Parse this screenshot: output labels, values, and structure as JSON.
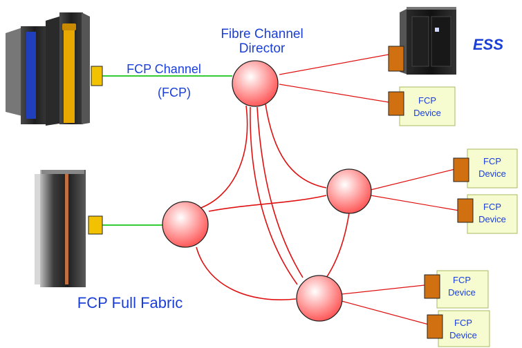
{
  "labels": {
    "director_line1": "Fibre Channel",
    "director_line2": "Director",
    "fcp_channel": "FCP Channel",
    "fcp_paren": "(FCP)",
    "ess": "ESS",
    "full_fabric": "FCP Full Fabric"
  },
  "devices": [
    {
      "line1": "FCP",
      "line2": "Device"
    },
    {
      "line1": "FCP",
      "line2": "Device"
    },
    {
      "line1": "FCP",
      "line2": "Device"
    },
    {
      "line1": "FCP",
      "line2": "Device"
    },
    {
      "line1": "FCP",
      "line2": "Device"
    }
  ],
  "colors": {
    "link_red": "#e01010",
    "link_green": "#33cc33",
    "label_blue": "#1a3fd8",
    "device_fill": "#f6fbd0",
    "device_border": "#a8b860",
    "port_orange": "#d07010",
    "port_yellow": "#f2c200",
    "switch_pink": "#ff8a8a"
  },
  "icons": {
    "mainframe": "zseries-mainframe-icon",
    "server": "server-tower-icon",
    "storage": "ess-storage-icon",
    "switch": "fibre-channel-switch-icon"
  }
}
